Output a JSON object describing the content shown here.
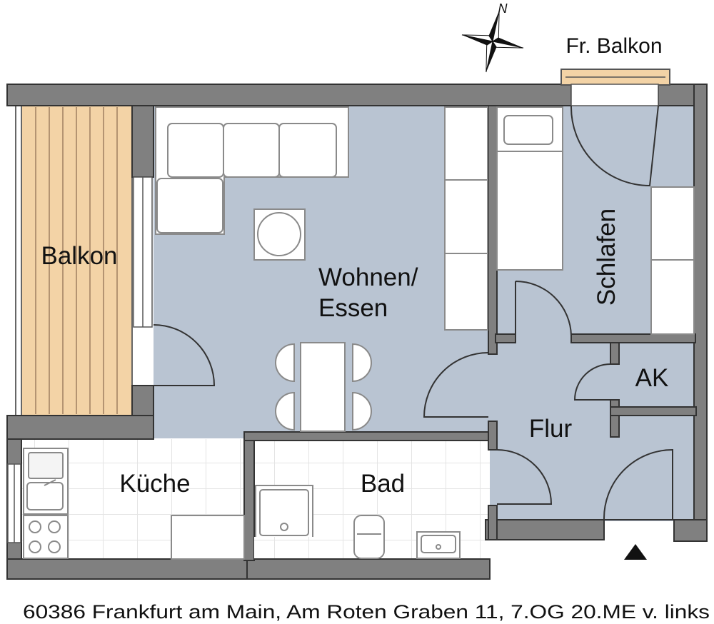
{
  "compass": {
    "north_letter": "N"
  },
  "rooms": {
    "balkon": "Balkon",
    "fr_balkon": "Fr. Balkon",
    "wohnen_line1": "Wohnen/",
    "wohnen_line2": "Essen",
    "schlafen": "Schlafen",
    "ak": "AK",
    "flur": "Flur",
    "kueche": "Küche",
    "bad": "Bad"
  },
  "address": "60386 Frankfurt am Main, Am Roten Graben 11, 7.OG 20.ME v. links",
  "colors": {
    "wall": "#808080",
    "floor_living": "#b9c4d2",
    "balcony_wood": "#f3d3a6",
    "tiles": "#ffffff",
    "furniture_stroke": "#8a8a8a"
  }
}
